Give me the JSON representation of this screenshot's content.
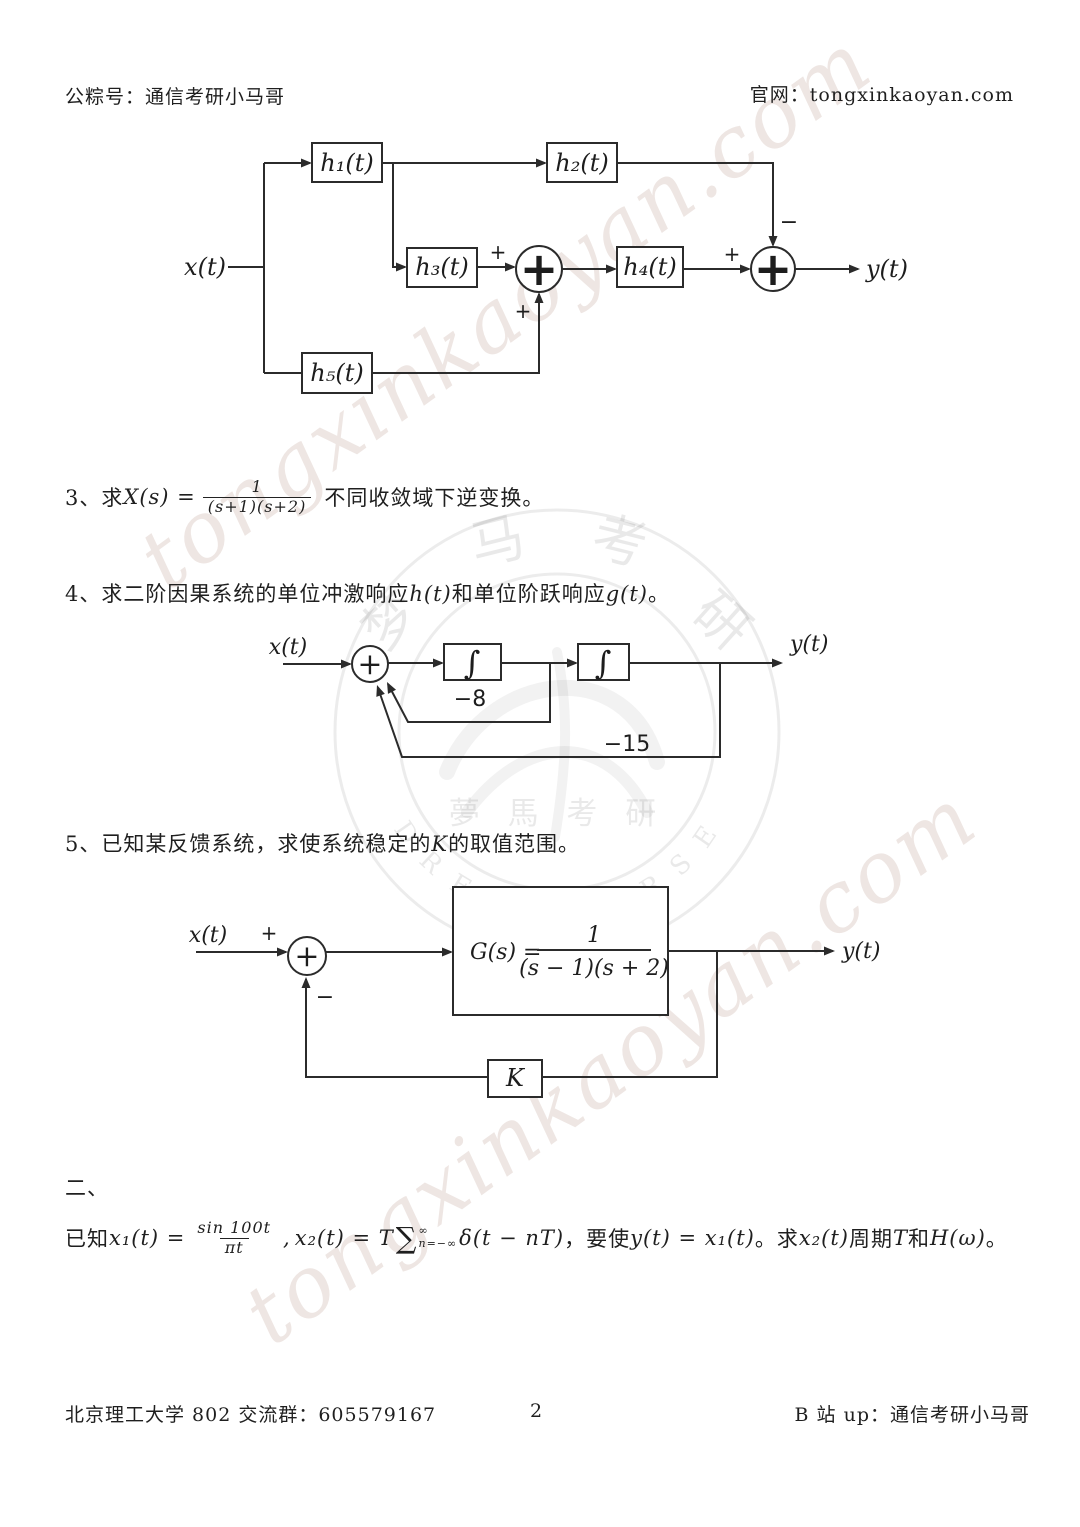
{
  "header": {
    "left": "公粽号：通信考研小马哥",
    "right": "官网：tongxinkaoyan.com"
  },
  "footer": {
    "left": "北京理工大学 802 交流群：605579167",
    "page": "2",
    "right": "B 站 up：通信考研小马哥"
  },
  "watermark": {
    "diagonal_text": "tongxinkaoyan.com",
    "seal_char_1": "梦",
    "seal_char_2": "马",
    "seal_char_3": "考",
    "seal_char_4": "研",
    "seal_arc_text": "D R E A M      H O R S E",
    "seal_inner_text": "夢 馬 考 研"
  },
  "p3": {
    "prefix": "3、求",
    "lhs": "X(s) =",
    "frac_num": "1",
    "frac_den": "(s+1)(s+2)",
    "tail": "不同收敛域下逆变换。"
  },
  "p4": {
    "pre": "4、求二阶因果系统的单位冲激响应",
    "m1": "h(t)",
    "mid": "和单位阶跃响应",
    "m2": "g(t)",
    "end": "。"
  },
  "p5": {
    "pre": "5、已知某反馈系统，求使系统稳定的",
    "m1": "K",
    "end": "的取值范围。"
  },
  "sec2": {
    "label": "二、",
    "know": "已知 ",
    "x1": "x₁(t) =",
    "f1_num": "sin 100t",
    "f1_den": "πt",
    "comma": ",",
    "x2": "x₂(t) = T",
    "sum": "∑",
    "sum_sup": "∞",
    "sum_sub": "n=−∞",
    "delta": "δ(t − nT)",
    "mid": " ，要使",
    "yeq": "y(t) = x₁(t)",
    "mid2": " 。求 ",
    "x2b": "x₂(t)",
    "period": "周期",
    "T": "T",
    "and": "和",
    "H": "H(ω)",
    "end": " 。"
  },
  "d1": {
    "input": "x(t)",
    "output": "y(t)",
    "h1": "h₁(t)",
    "h2": "h₂(t)",
    "h3": "h₃(t)",
    "h4": "h₄(t)",
    "h5": "h₅(t)",
    "plus": "+",
    "minus": "−",
    "sum_plus": "+"
  },
  "d2": {
    "input": "x(t)",
    "output": "y(t)",
    "integrator": "∫",
    "gain1": "−8",
    "gain2": "−15",
    "sum_plus": "+"
  },
  "d3": {
    "input": "x(t)",
    "output": "y(t)",
    "plus": "+",
    "minus": "−",
    "sum_plus": "+",
    "g_pre": "G(s) =",
    "g_num": "1",
    "g_den": "(s − 1)(s + 2)",
    "k": "K"
  },
  "colors": {
    "ink": "#1f1f1f",
    "watermark_pink": "#e8ddd8"
  }
}
